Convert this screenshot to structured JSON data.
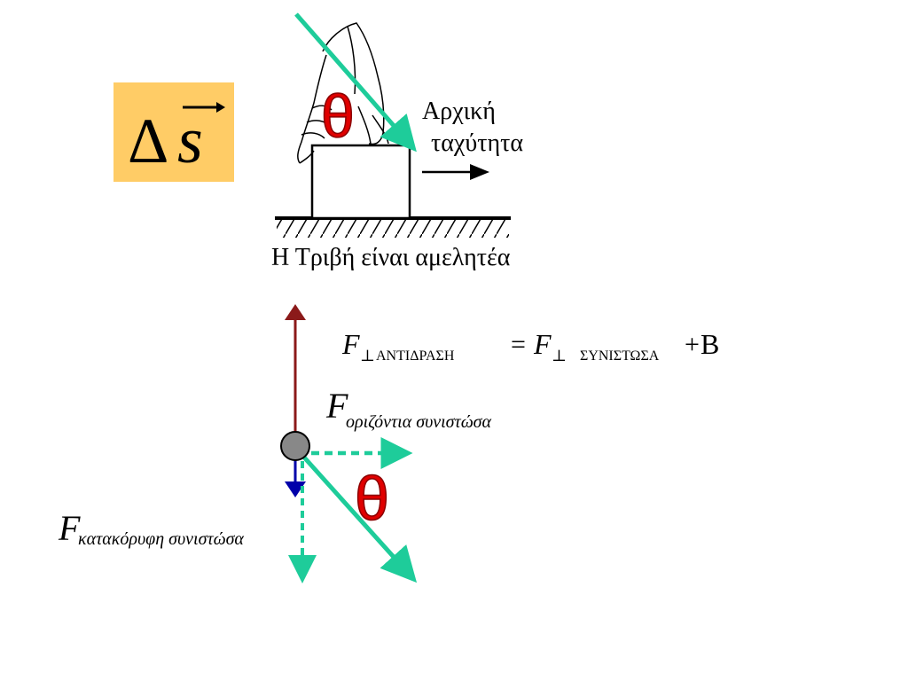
{
  "colors": {
    "box_fill": "#FFCC66",
    "force_green": "#1ECC9A",
    "theta_red": "#E00000",
    "normal_arrow": "#8B1A1A",
    "down_arrow": "#0000AA",
    "dot_fill": "#888888"
  },
  "displacement": {
    "delta": "Δ",
    "s": "s"
  },
  "top_diagram": {
    "theta": "θ",
    "velocity_line1": "Αρχική",
    "velocity_line2": "ταχύτητα",
    "friction_caption": "Η Τριβή είναι αμελητέα"
  },
  "equation": {
    "F1": "F",
    "perp1": "⊥",
    "sub1": "ΑΝΤΙΔΡΑΣΗ",
    "equals": "=",
    "F2": "F",
    "perp2": "⊥",
    "sub2": "ΣΥΝΙΣΤΩΣΑ",
    "plus": "+",
    "B": "B"
  },
  "horizontal_label": {
    "F": "F",
    "sub": "οριζόντια συνιστώσα"
  },
  "vertical_label": {
    "F": "F",
    "sub": "κατακόρυφη συνιστώσα"
  },
  "bottom_diagram": {
    "theta": "θ"
  }
}
